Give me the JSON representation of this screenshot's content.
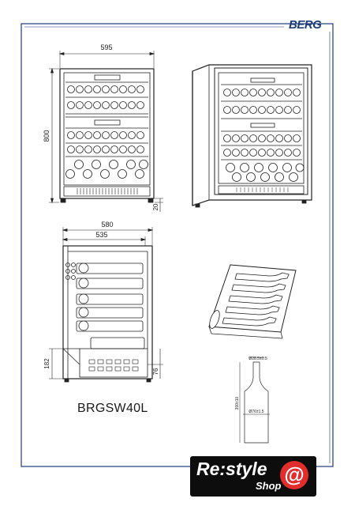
{
  "brand": {
    "logo_text": "BERG"
  },
  "front_view": {
    "width_label": "595",
    "height_label": "800",
    "foot_label": "20"
  },
  "side_view": {
    "depth_label": "580",
    "body_depth_label": "535",
    "compressor_height_label": "182",
    "foot_depth_label": "76"
  },
  "model": {
    "name": "BRGSW40L"
  },
  "bottle_spec": {
    "top_label": "Ø28.5±0.5",
    "height_label": "300±10",
    "body_label": "Ø76±1.5"
  },
  "shop_badge": {
    "top_text": "Re:style",
    "bottom_text": "Shop",
    "at_symbol": "@"
  },
  "colors": {
    "border": "#1f3d7a",
    "line": "#222222",
    "badge_bg": "#0d0d0d",
    "badge_accent": "#e32d2d"
  }
}
